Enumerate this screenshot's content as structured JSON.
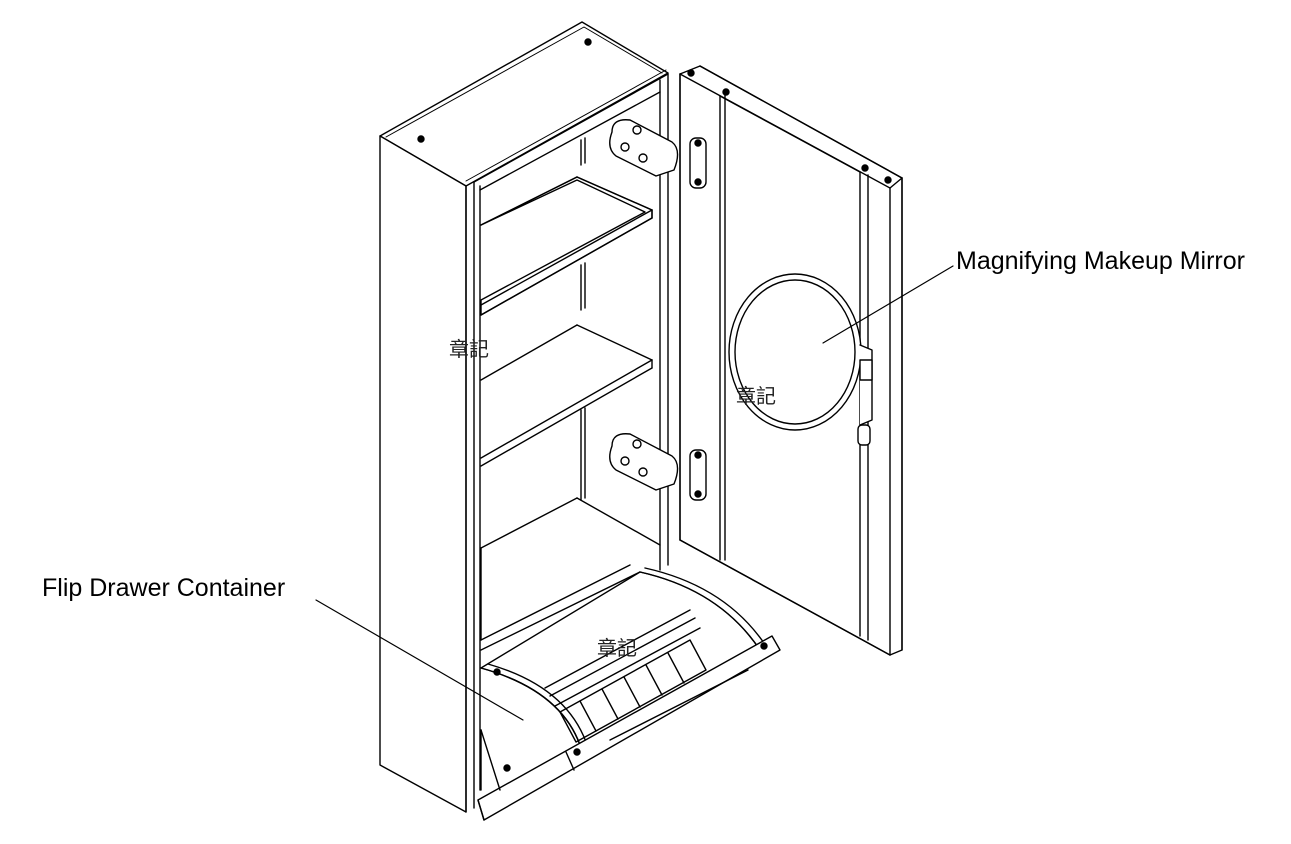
{
  "diagram": {
    "callouts": {
      "mirror": "Magnifying Makeup Mirror",
      "drawer": "Flip Drawer Container"
    },
    "watermarks": [
      "章記",
      "章記",
      "章記"
    ],
    "colors": {
      "line": "#000000",
      "background": "#ffffff",
      "shade": "#d9d9d9"
    }
  }
}
